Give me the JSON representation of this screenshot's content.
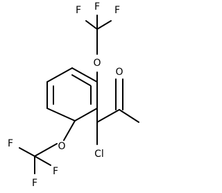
{
  "molecule": {
    "atoms": {
      "f_top_left": "F",
      "f_top_mid": "F",
      "f_top_right": "F",
      "o_top": "O",
      "o_ketone": "O",
      "o_bottom": "O",
      "cl": "Cl",
      "f_bottom_left": "F",
      "f_bottom_mid": "F",
      "f_bottom_right": "F"
    }
  }
}
